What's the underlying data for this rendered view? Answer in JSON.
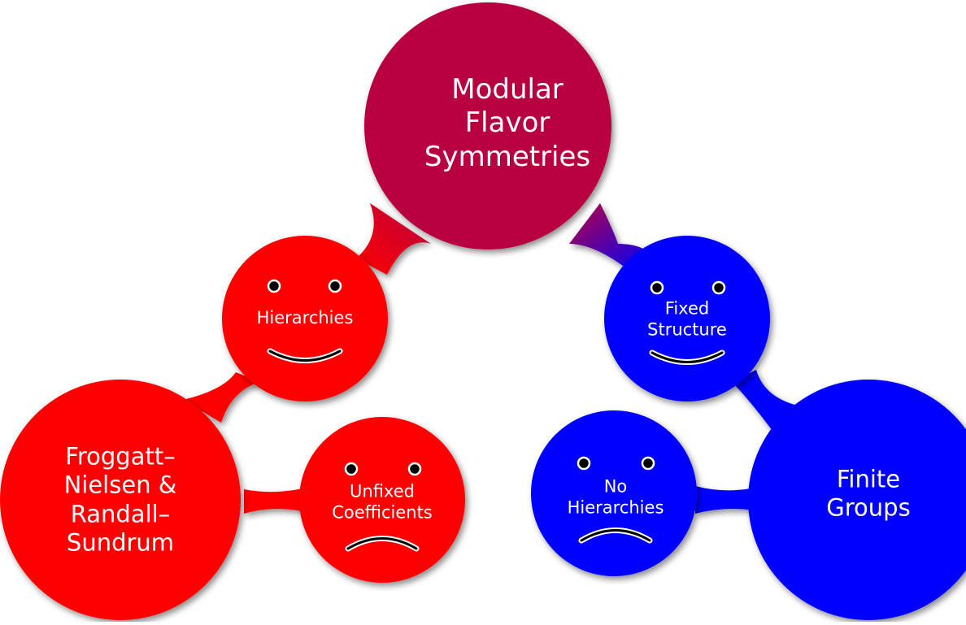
{
  "colors": {
    "root": "#b8003f",
    "red": "#ff0000",
    "blue": "#0000ff",
    "text": "#ffffff"
  },
  "nodes": {
    "root": {
      "label": "Modular\nFlavor\nSymmetries"
    },
    "hierarchies": {
      "label": "Hierarchies",
      "face": "happy"
    },
    "fixed_structure": {
      "label": "Fixed\nStructure",
      "face": "happy"
    },
    "froggatt": {
      "label": "Froggatt–\nNielsen &\nRandall–\nSundrum"
    },
    "unfixed": {
      "label": "Unfixed\nCoefficients",
      "face": "sad"
    },
    "no_hierarchies": {
      "label": "No\nHierarchies",
      "face": "sad"
    },
    "finite_groups": {
      "label": "Finite\nGroups"
    }
  }
}
